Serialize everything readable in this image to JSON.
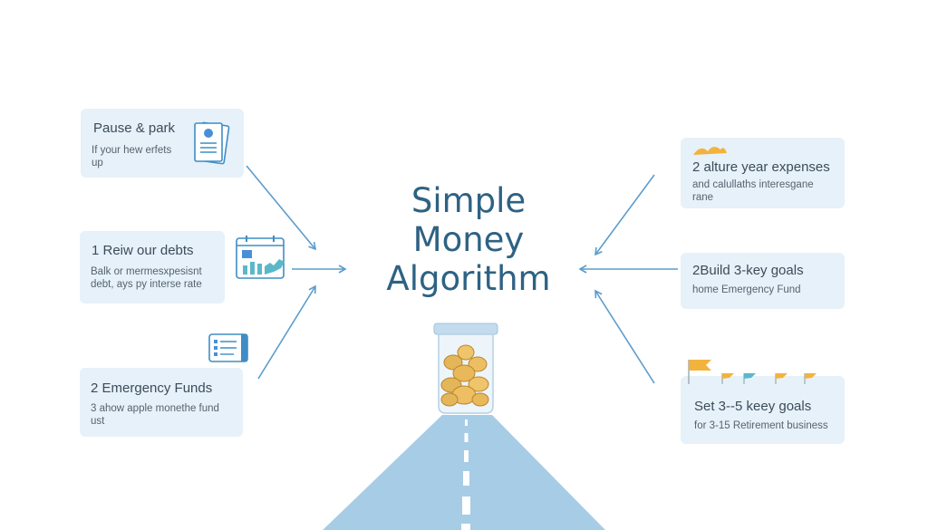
{
  "title": [
    "Simple",
    "Money",
    "Algorithm"
  ],
  "left_cards": [
    {
      "title": "Pause & park",
      "lines": [
        "If your hew erfets",
        "up"
      ]
    },
    {
      "title": "1 Reiw our debts",
      "lines": [
        "Balk or mermesxpesisnt",
        "debt, ays py interse rate"
      ]
    },
    {
      "title": "2 Emergency Funds",
      "lines": [
        "3 ahow apple monethe fund",
        "ust"
      ]
    }
  ],
  "right_cards": [
    {
      "title": "2 alture year expenses",
      "lines": [
        "and calullaths interesgane",
        "rane"
      ]
    },
    {
      "title": "2Build 3-key goals",
      "lines": [
        "home Emergency Fund"
      ]
    },
    {
      "title": "Set 3--5 keey goals",
      "lines": [
        "for 3-15 Retirement business"
      ]
    }
  ],
  "icons": {
    "card1": "document-icon",
    "card2": "calendar-chart-icon",
    "card3": "checklist-icon",
    "card4": "sun-rays-icon",
    "card6": "flags-icon",
    "center": "coin-jar-icon",
    "bottom": "road-icon"
  },
  "colors": {
    "card_bg": "#e6f1f9",
    "arrow": "#5b9dcc",
    "title": "#2e6283",
    "road": "#a7cce6",
    "coin": "#e4b65a",
    "flag": "#f2b33d",
    "flag_alt": "#5bb8c9"
  }
}
